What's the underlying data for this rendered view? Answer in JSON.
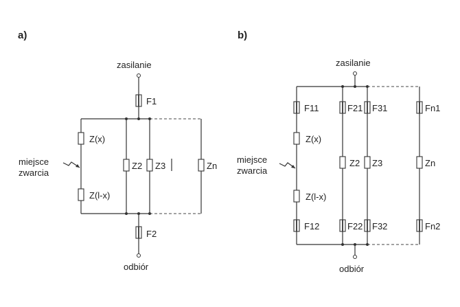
{
  "panel_a": {
    "label": "a)",
    "supply": "zasilanie",
    "load": "odbiór",
    "fuse_top": "F1",
    "fuse_bottom": "F2",
    "z_x": "Z(x)",
    "z_lx": "Z(l-x)",
    "z2": "Z2",
    "z3": "Z3",
    "zn": "Zn",
    "fault_line1": "miejsce",
    "fault_line2": "zwarcia"
  },
  "panel_b": {
    "label": "b)",
    "supply": "zasilanie",
    "load": "odbiór",
    "f11": "F11",
    "f21": "F21",
    "f31": "F31",
    "fn1": "Fn1",
    "f12": "F12",
    "f22": "F22",
    "f32": "F32",
    "fn2": "Fn2",
    "z_x": "Z(x)",
    "z_lx": "Z(l-x)",
    "z2": "Z2",
    "z3": "Z3",
    "zn": "Zn",
    "fault_line1": "miejsce",
    "fault_line2": "zwarcia"
  }
}
